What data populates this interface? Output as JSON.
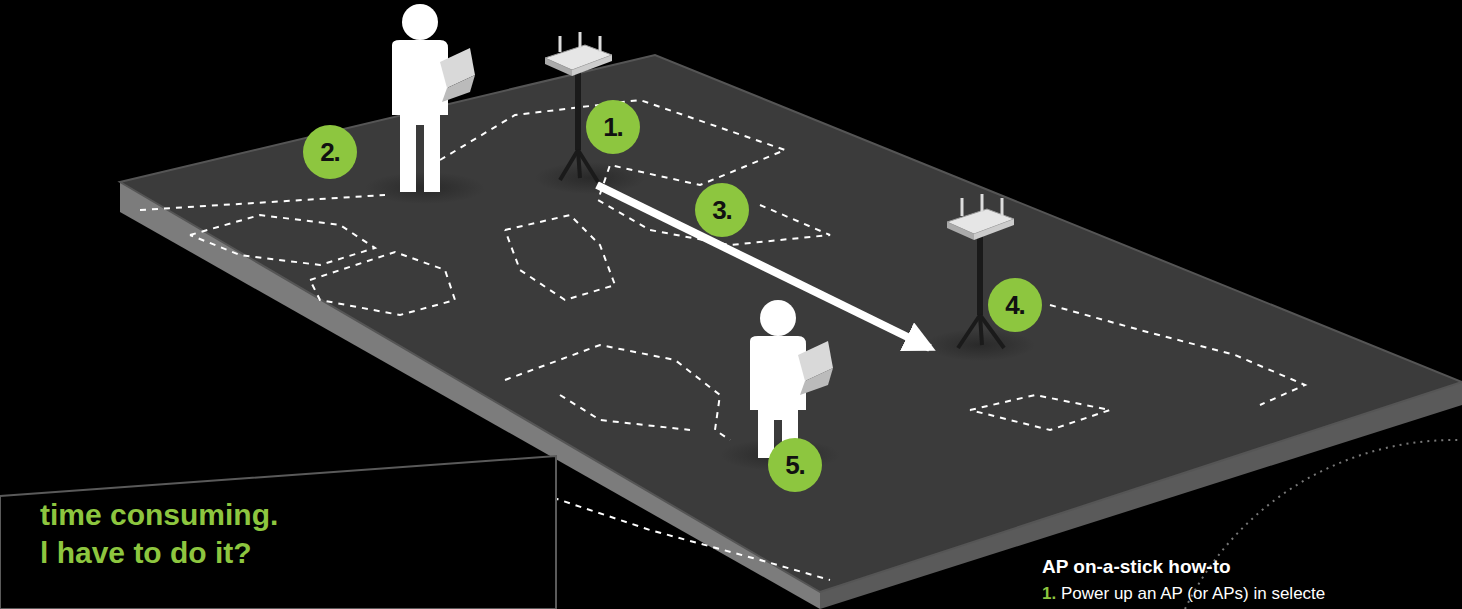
{
  "diagram": {
    "nodes": [
      {
        "text": [
          "1."
        ]
      },
      {
        "text": [
          "2."
        ]
      },
      {
        "text": [
          "3."
        ]
      },
      {
        "text": [
          "4."
        ]
      },
      {
        "text": [
          "5."
        ]
      },
      {
        "text": [
          "time consuming.",
          "l have to do it?"
        ]
      }
    ],
    "labels": [
      "AP on-a-stick how-to",
      "1.",
      "Power up an AP (or APs) in selecte"
    ]
  }
}
